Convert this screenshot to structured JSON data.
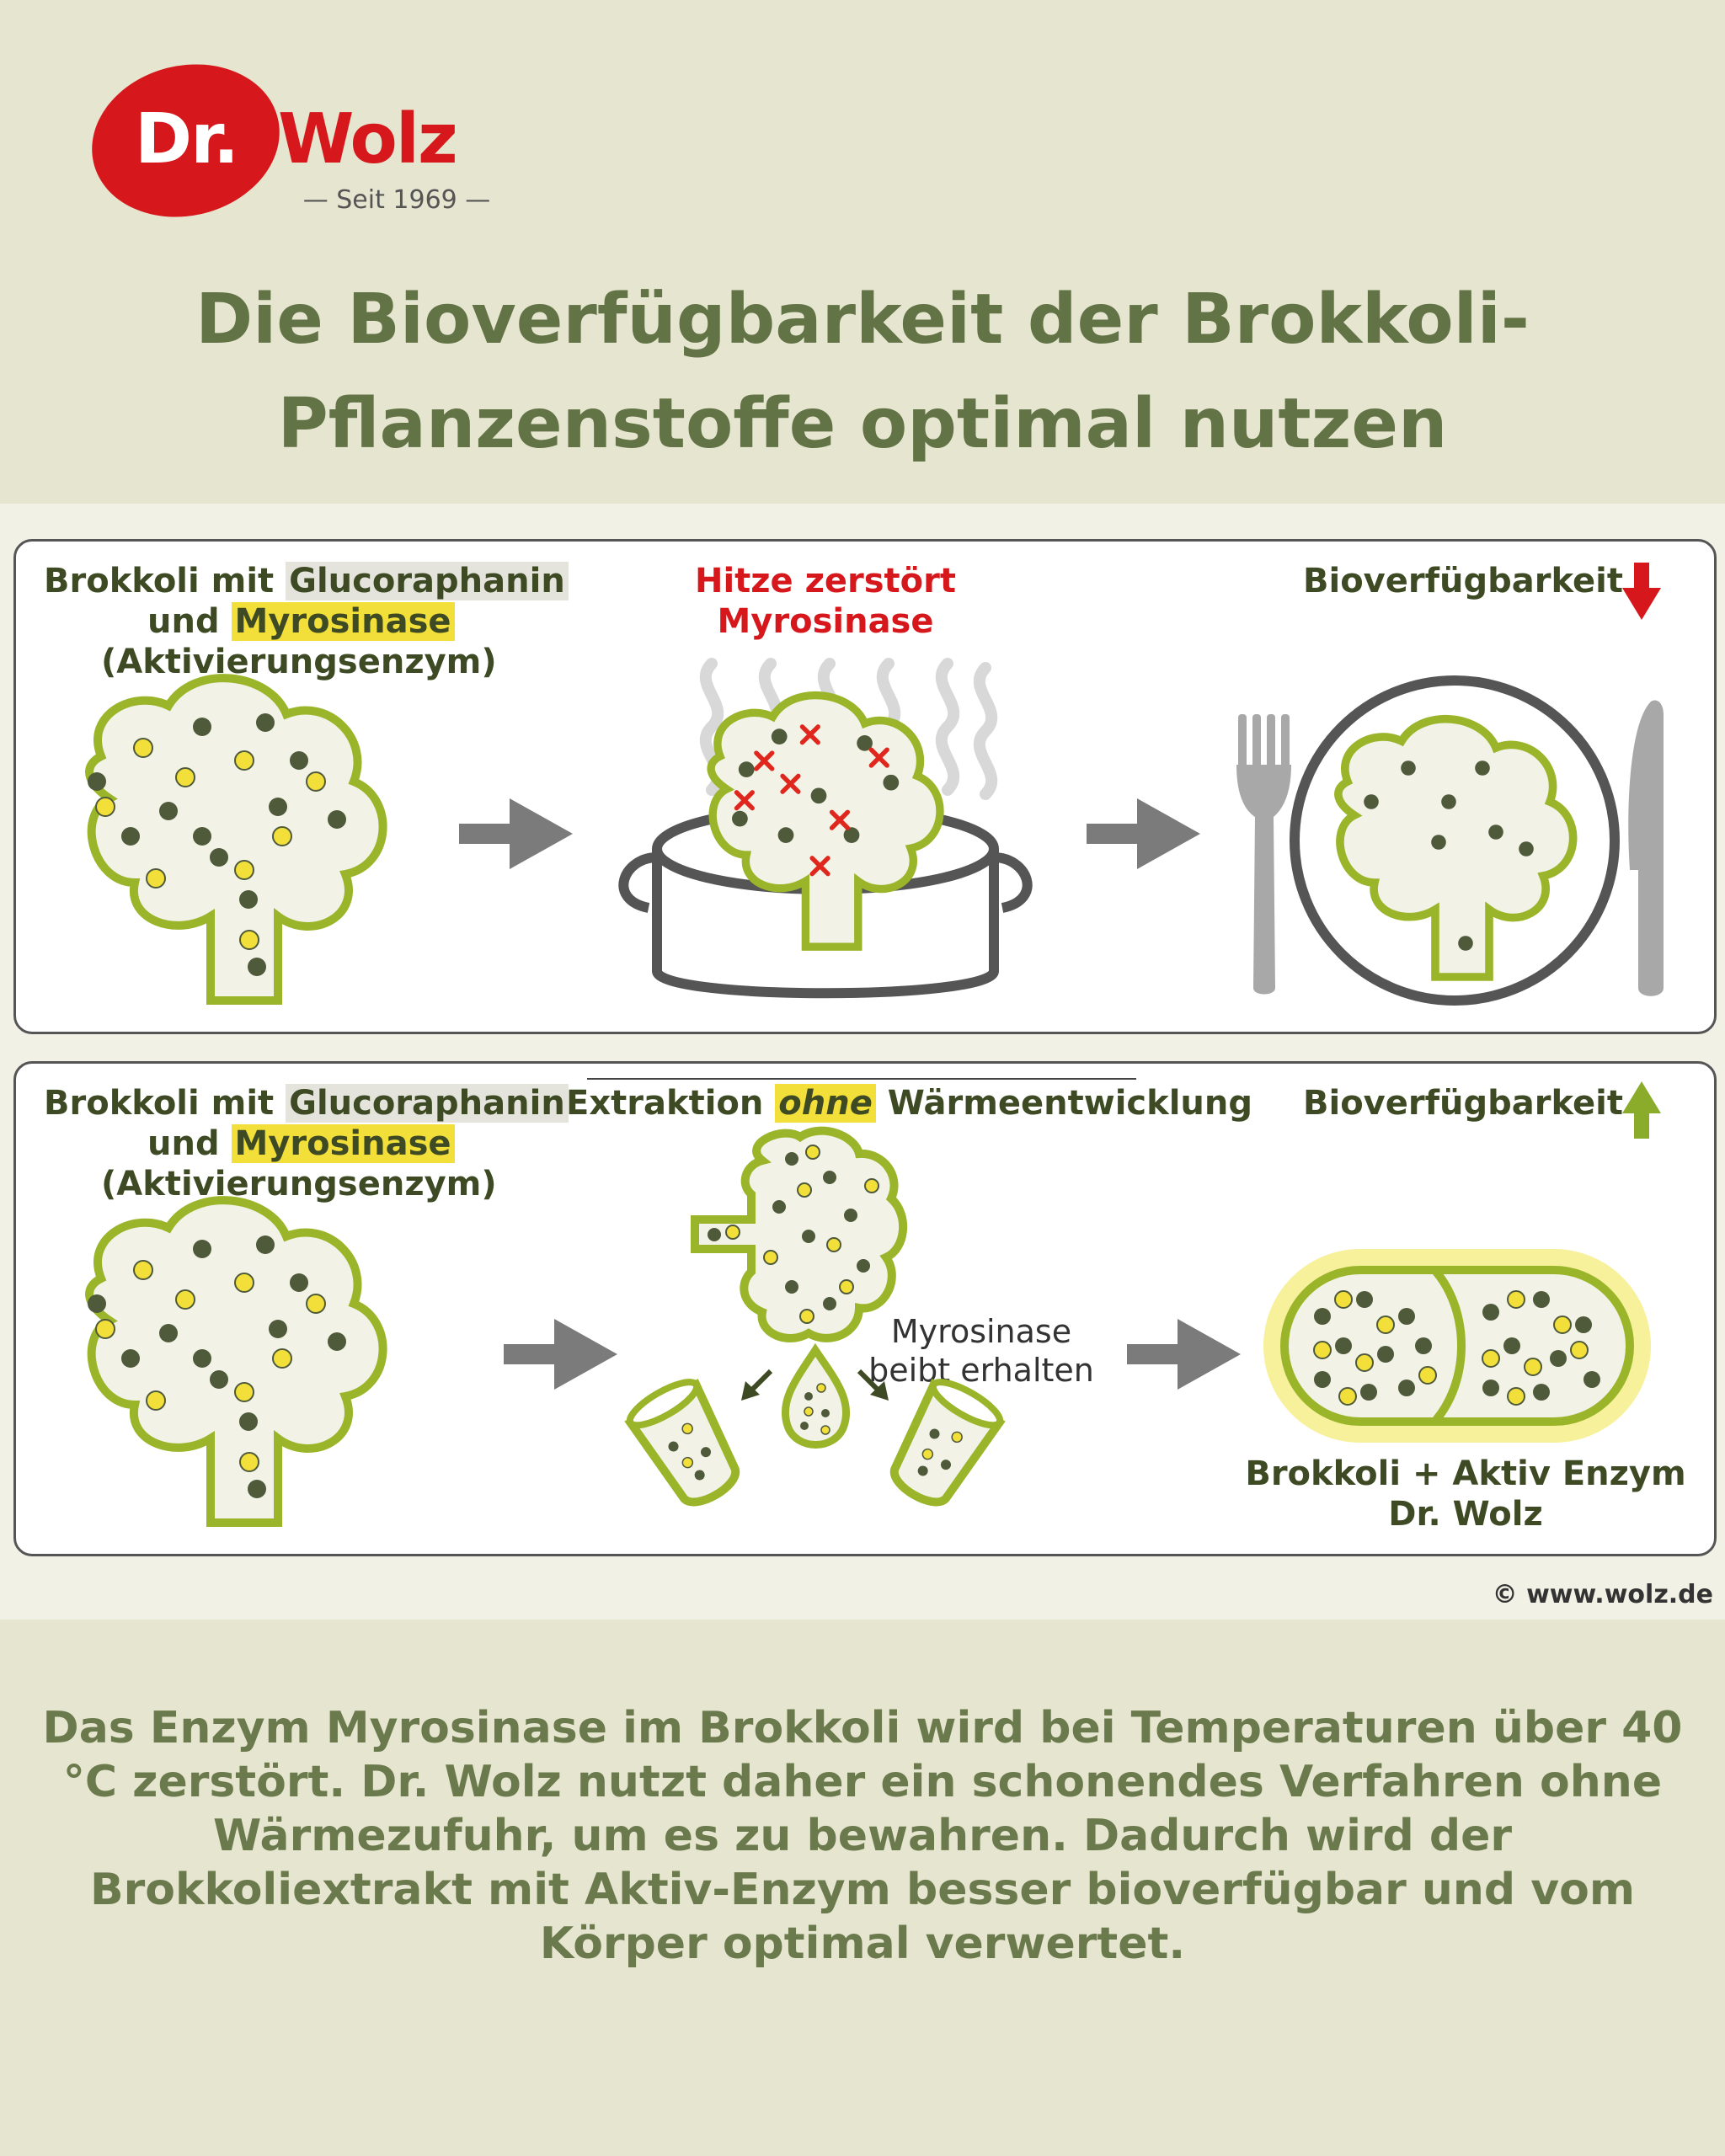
{
  "logo": {
    "brand_prefix": "Dr.",
    "brand_name": "Wolz",
    "since": "— Seit 1969 —"
  },
  "headline": {
    "line1": "Die Bioverfügbarkeit der Brokkoli-",
    "line2": "Pflanzenstoffe optimal nutzen"
  },
  "top_panel": {
    "label_a": "Brokkoli mit",
    "label_b": "Glucoraphanin",
    "label_c": "und",
    "label_d": "Myrosinase",
    "label_e": "(Aktivierungsenzym)",
    "heat_line1": "Hitze zerstört",
    "heat_line2": "Myrosinase",
    "result": "Bioverfügbarkeit"
  },
  "bottom_panel": {
    "label_a": "Brokkoli mit",
    "label_b": "Glucoraphanin",
    "label_c": "und",
    "label_d": "Myrosinase",
    "label_e": "(Aktivierungsenzym)",
    "extract_a": "Extraktion",
    "extract_b": "ohne",
    "extract_c": "Wärmeentwicklung",
    "kept_line1": "Myrosinase",
    "kept_line2": "beibt erhalten",
    "result": "Bioverfügbarkeit",
    "product_line1": "Brokkoli + Aktiv Enzym",
    "product_line2": "Dr. Wolz"
  },
  "copyright": "© www.wolz.de",
  "description": "Das Enzym Myrosinase im Brokkoli wird bei Temperaturen über 40 °C zerstört. Dr. Wolz nutzt daher ein schonendes Verfahren ohne Wärmezufuhr, um es zu bewahren. Dadurch wird der Brokkoliextrakt mit Aktiv-Enzym besser bioverfügbar und vom Körper optimal verwertet.",
  "colors": {
    "brand_red": "#d6171b",
    "olive_text": "#627346",
    "broccoli_green": "#9ab52a",
    "dot_dark": "#4e5a3a",
    "dot_yellow": "#f2df3a",
    "arrow_grey": "#7b7b7b"
  }
}
